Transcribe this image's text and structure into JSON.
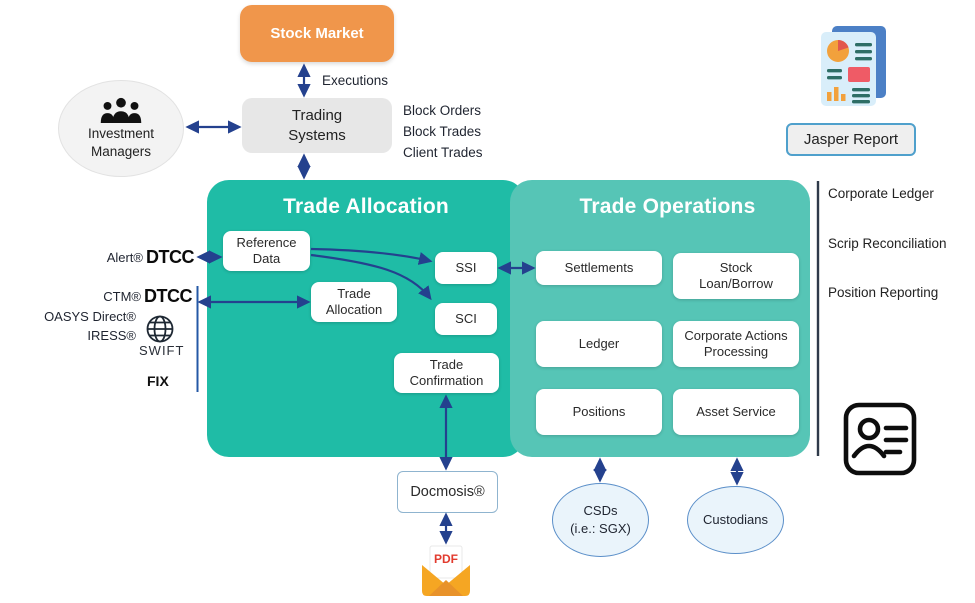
{
  "colors": {
    "panel_dark_teal": "#1FBCA6",
    "panel_light_teal": "#56C5B6",
    "stock_market_orange": "#F0964B",
    "arrow_navy": "#24418E",
    "left_line_blue": "#2458A6",
    "right_line_dark": "#2F3A4A",
    "pdf_red": "#E23B2E",
    "envelope_orange": "#F5A623"
  },
  "stock_market": {
    "label": "Stock Market"
  },
  "executions": {
    "label": "Executions"
  },
  "trading_systems": {
    "label": "Trading Systems"
  },
  "flows": {
    "items": [
      "Block Orders",
      "Block Trades",
      "Client Trades"
    ]
  },
  "investment_managers": {
    "label": "Investment Managers"
  },
  "jasper": {
    "label": "Jasper Report"
  },
  "panels": {
    "trade_allocation": {
      "title": "Trade Allocation",
      "reference_data": "Reference Data",
      "trade_allocation": "Trade Allocation",
      "ssi": "SSI",
      "sci": "SCI",
      "trade_confirmation": "Trade Confirmation"
    },
    "trade_operations": {
      "title": "Trade Operations",
      "settlements": "Settlements",
      "stock_loan_borrow": "Stock Loan/Borrow",
      "ledger": "Ledger",
      "corporate_actions": "Corporate Actions Processing",
      "positions": "Positions",
      "asset_service": "Asset Service"
    }
  },
  "left_systems": {
    "alert": "Alert®",
    "alert_logo": "DTCC",
    "ctm": "CTM®",
    "ctm_logo": "DTCC",
    "oasys": "OASYS Direct®",
    "iress": "IRESS®",
    "swift": "SWIFT",
    "fix": "FIX"
  },
  "right_outputs": {
    "items": [
      "Corporate Ledger",
      "Scrip Reconciliation",
      "Position Reporting"
    ]
  },
  "docmosis": {
    "label": "Docmosis®"
  },
  "pdf": {
    "label": "PDF"
  },
  "csds": {
    "line1": "CSDs",
    "line2": "(i.e.: SGX)"
  },
  "custodians": {
    "label": "Custodians"
  }
}
